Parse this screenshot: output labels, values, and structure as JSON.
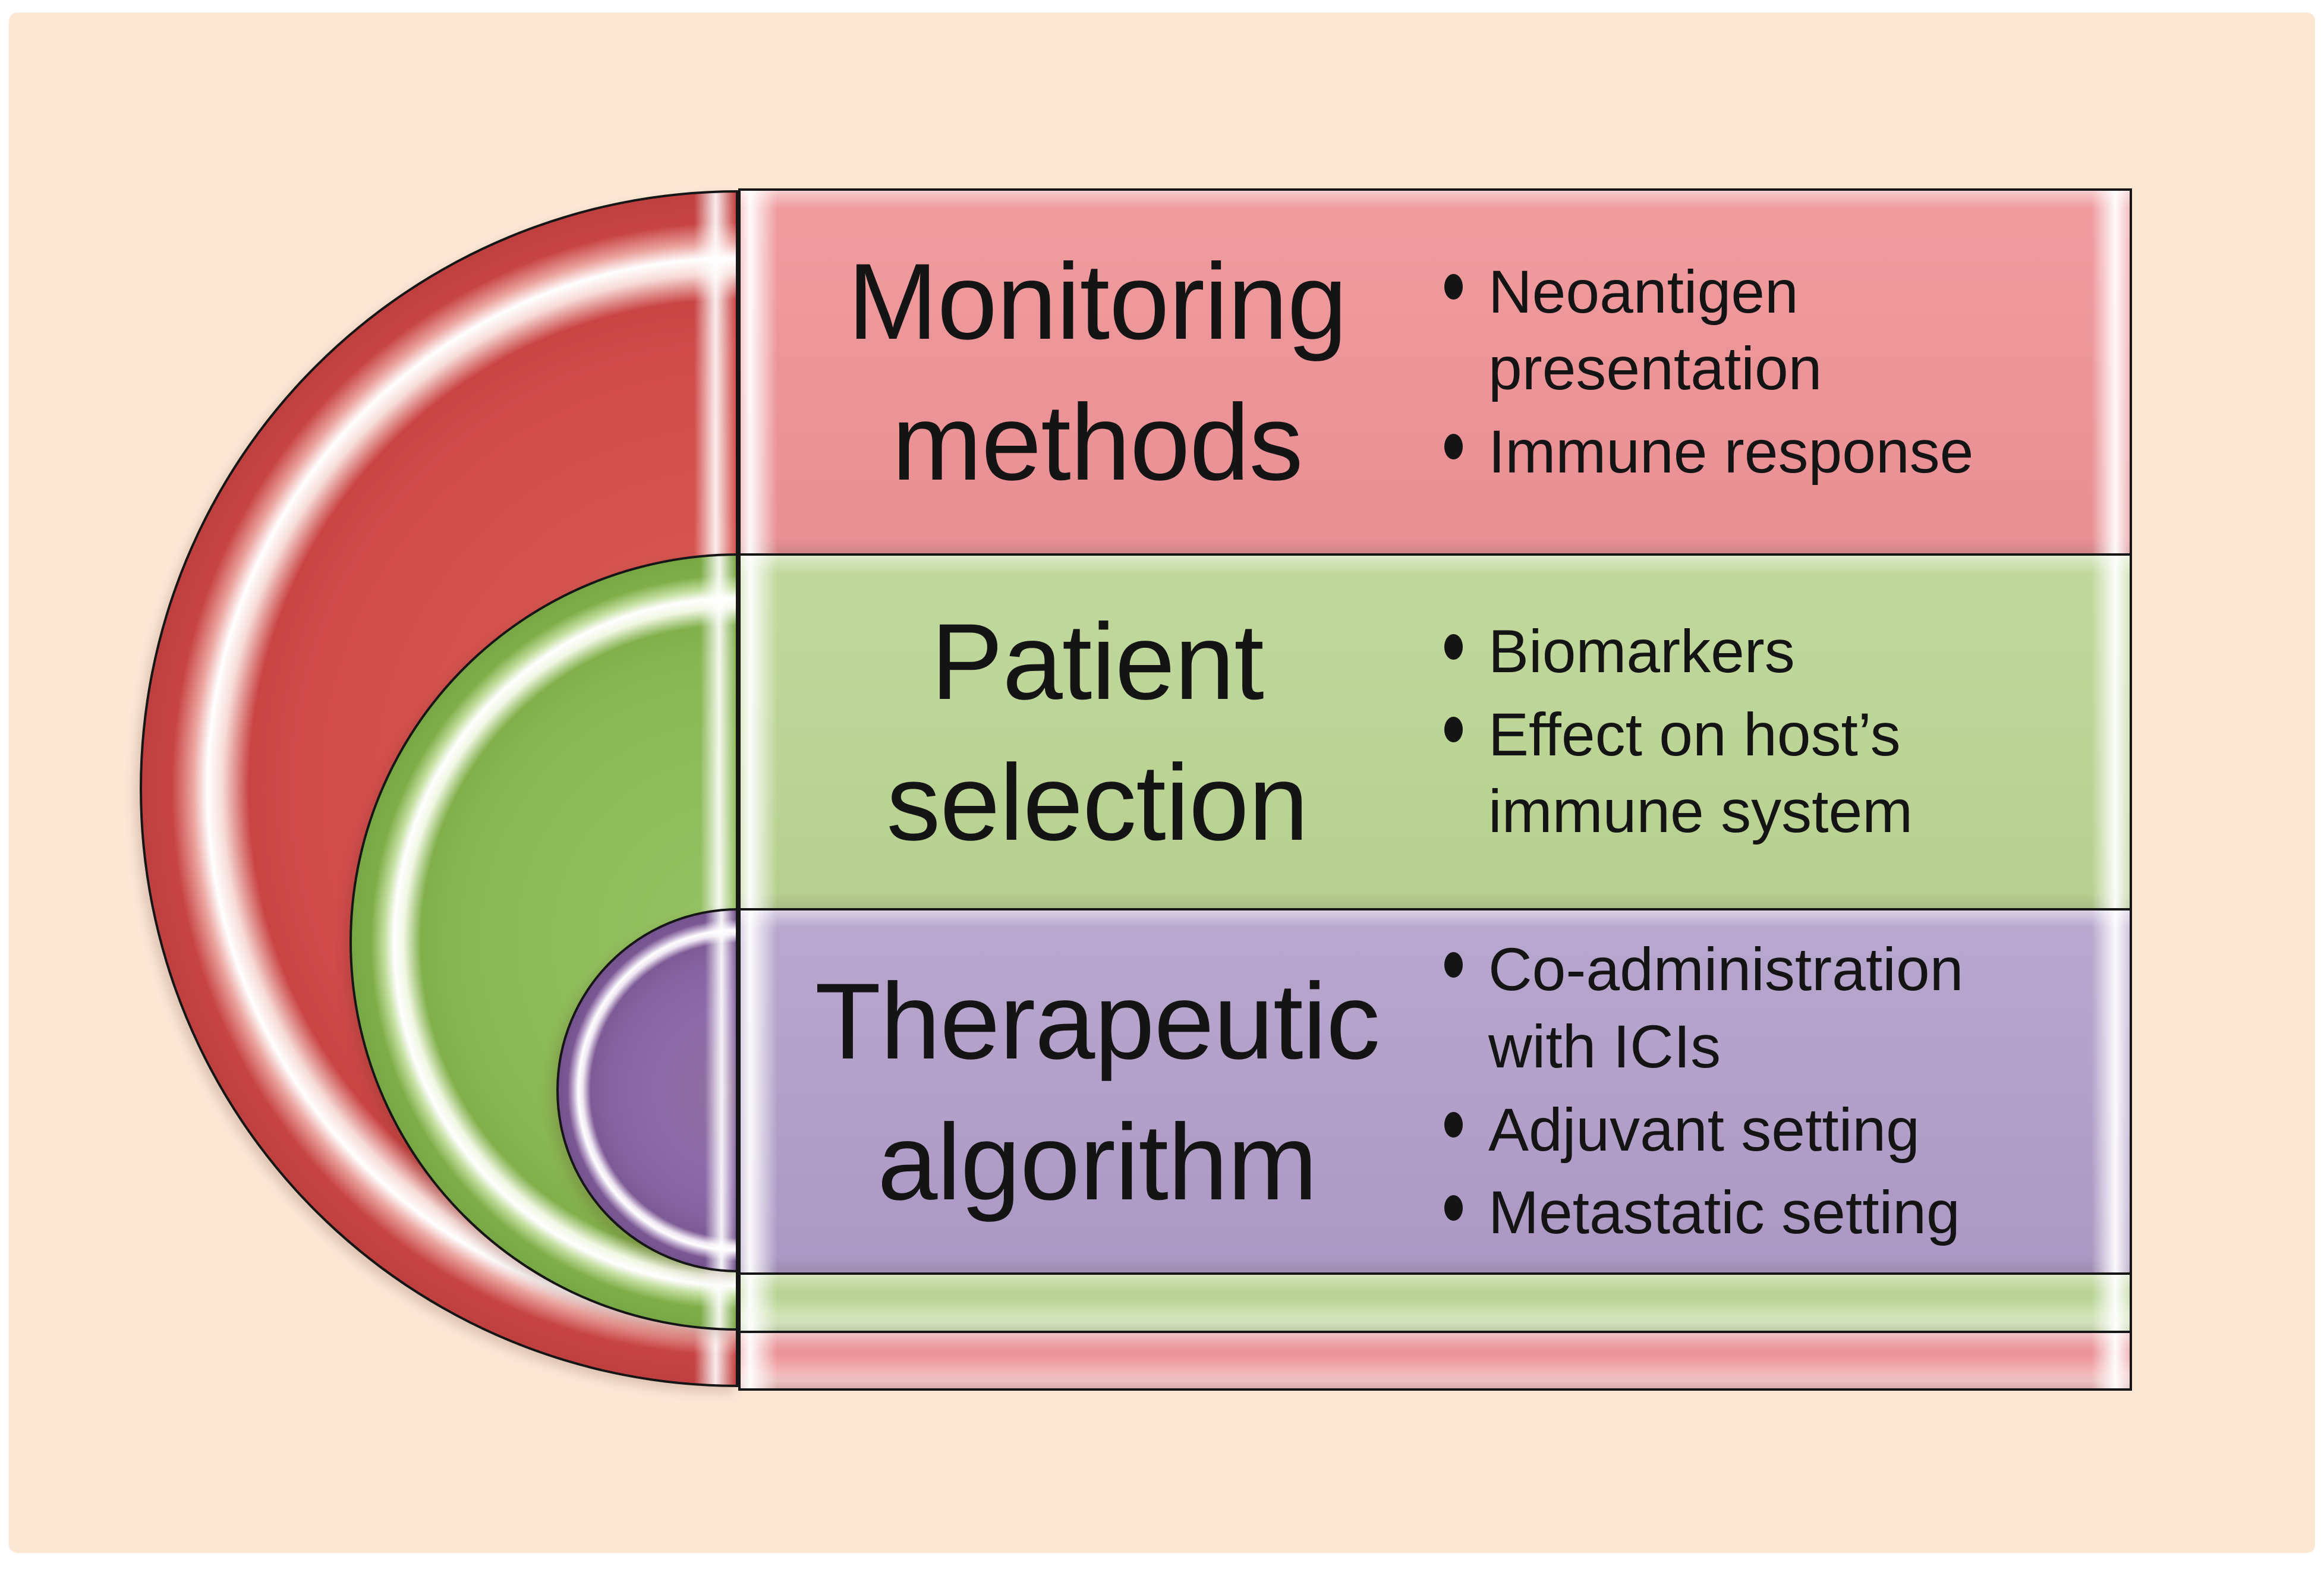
{
  "figure": {
    "description": "Nested half-circle list diagram with three levels",
    "background": "#ffffff",
    "panel_color": "#fce7d5",
    "outline_color": "#161616",
    "text_color": "#141414"
  },
  "colors": {
    "red_arc": "#d04b4a",
    "red_bar": "#ec9498",
    "red_strip": "#ec999c",
    "green_arc": "#8ebc5a",
    "green_bar": "#bcd496",
    "green_strip": "#bcd69a",
    "purple_arc": "#8d6aa9",
    "purple_bar": "#b2a0c9"
  },
  "rows": [
    {
      "title": "Monitoring methods",
      "bullets": [
        "Neoantigen presentation",
        "Immune response"
      ]
    },
    {
      "title": "Patient selection",
      "bullets": [
        "Biomarkers",
        "Effect on host’s immune system"
      ]
    },
    {
      "title": "Therapeutic algorithm",
      "bullets": [
        "Co-administration with ICIs",
        "Adjuvant setting",
        "Metastatic setting"
      ]
    }
  ]
}
